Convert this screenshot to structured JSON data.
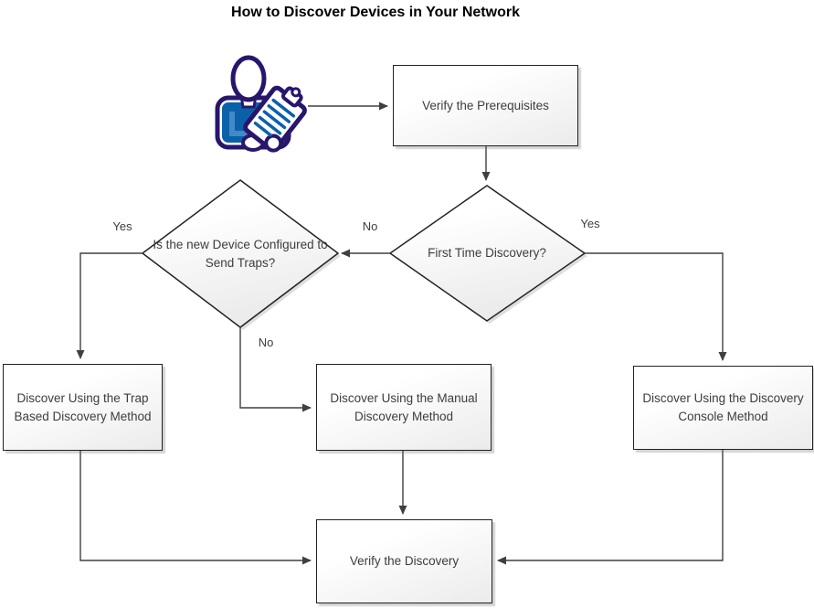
{
  "title": "How to Discover Devices in Your Network",
  "nodes": {
    "verify_prerequisites": "Verify the Prerequisites",
    "first_time_discovery": "First Time Discovery?",
    "traps_question": "Is the new Device Configured to Send Traps?",
    "trap_based_method": "Discover Using the Trap Based Discovery Method",
    "manual_method": "Discover Using the Manual Discovery Method",
    "console_method": "Discover Using the Discovery Console Method",
    "verify_discovery": "Verify the Discovery"
  },
  "edge_labels": {
    "traps_yes": "Yes",
    "first_time_no": "No",
    "first_time_yes": "Yes",
    "traps_no": "No"
  },
  "icons": {
    "person_clipboard": "person-with-clipboard-icon"
  },
  "colors": {
    "icon_outline": "#28166d",
    "icon_fill": "#0b61a8",
    "connector": "#404040",
    "node_border": "#222222",
    "node_fill_top": "#ffffff",
    "node_fill_bottom": "#ebebeb",
    "text": "#3d3d3d",
    "title_text": "#000000"
  }
}
